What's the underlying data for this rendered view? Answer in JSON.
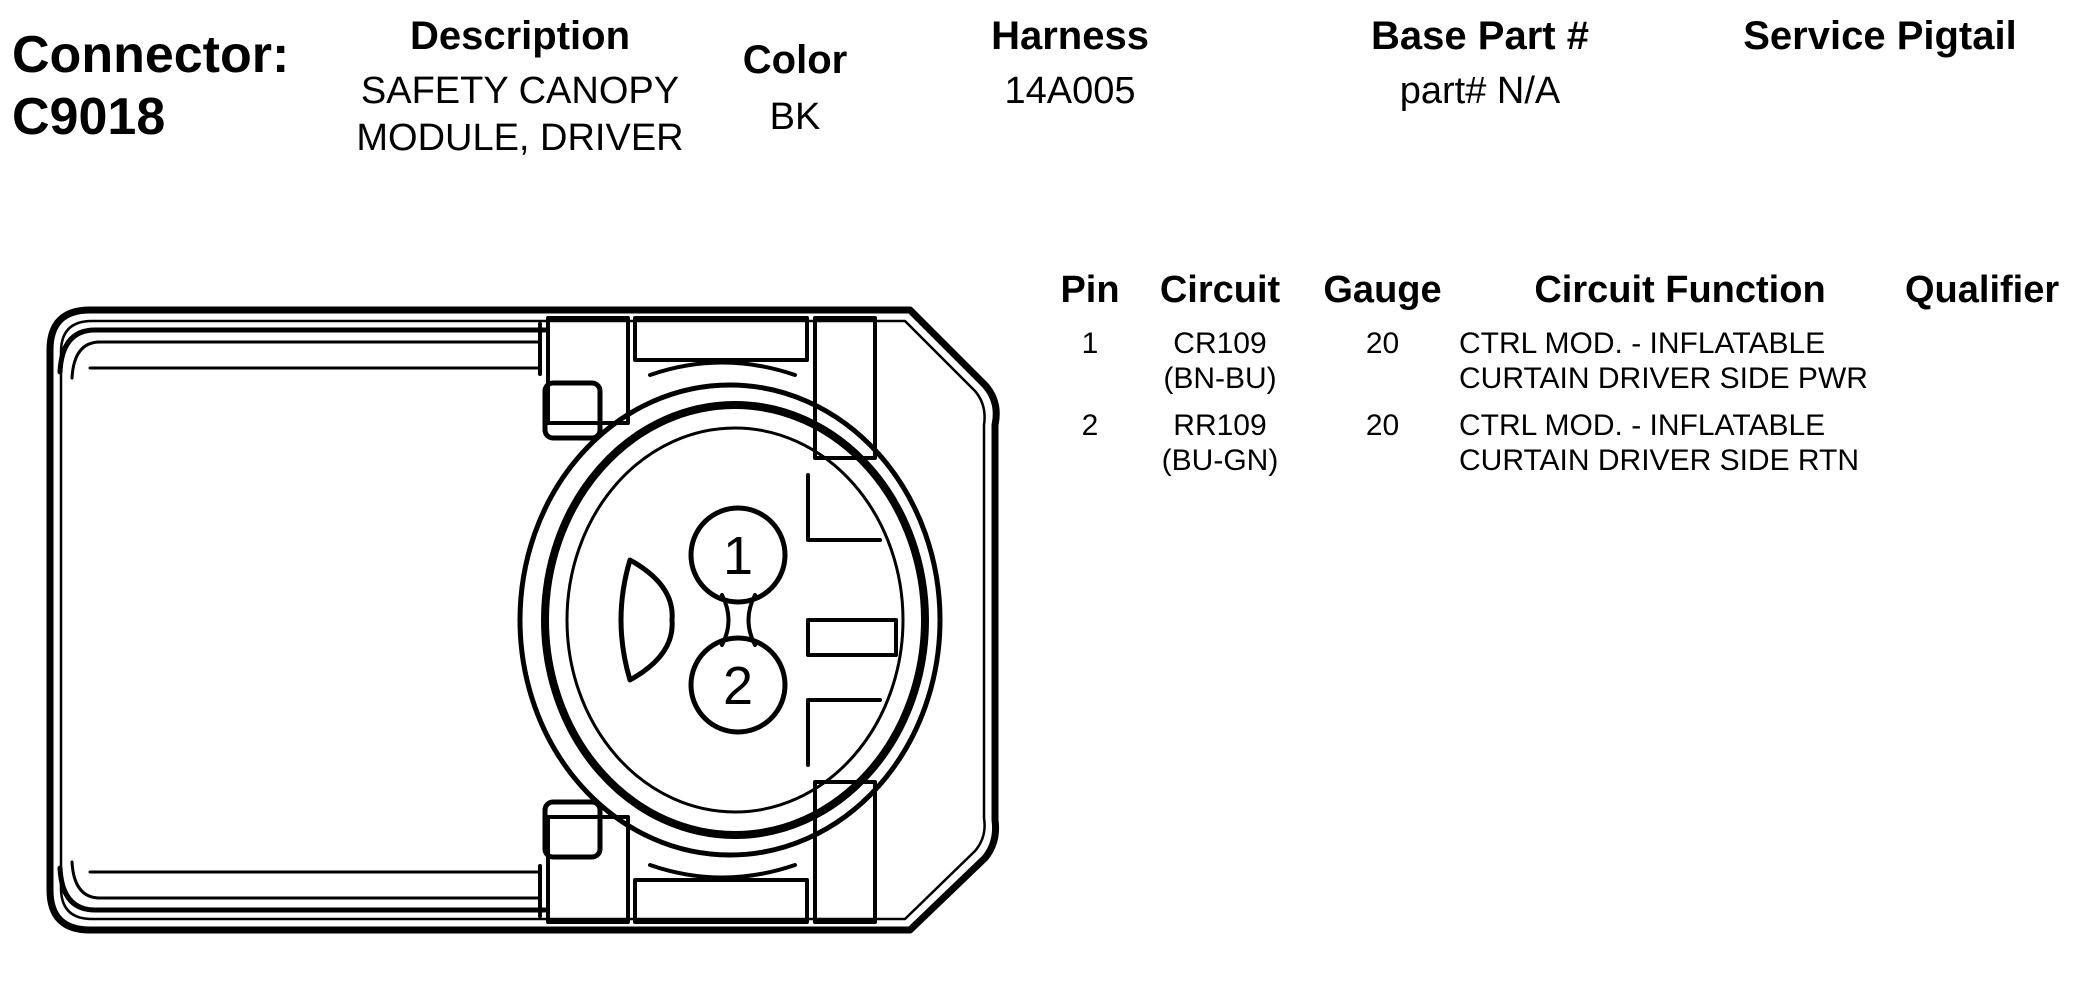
{
  "connector": {
    "label": "Connector:",
    "id": "C9018"
  },
  "header": {
    "description": {
      "title": "Description",
      "lines": [
        "SAFETY CANOPY",
        "MODULE, DRIVER"
      ]
    },
    "color": {
      "title": "Color",
      "value": "BK"
    },
    "harness": {
      "title": "Harness",
      "value": "14A005"
    },
    "base_part": {
      "title": "Base Part #",
      "value": "part# N/A"
    },
    "service_pigtail": {
      "title": "Service Pigtail",
      "value": ""
    }
  },
  "pin_table": {
    "columns": [
      "Pin",
      "Circuit",
      "Gauge",
      "Circuit Function",
      "Qualifier"
    ],
    "rows": [
      {
        "pin": "1",
        "circuit": "CR109",
        "wire_color": "(BN-BU)",
        "gauge": "20",
        "function_lines": [
          "CTRL MOD. - INFLATABLE",
          "CURTAIN DRIVER SIDE PWR"
        ],
        "qualifier": ""
      },
      {
        "pin": "2",
        "circuit": "RR109",
        "wire_color": "(BU-GN)",
        "gauge": "20",
        "function_lines": [
          "CTRL MOD. - INFLATABLE",
          "CURTAIN DRIVER SIDE RTN"
        ],
        "qualifier": ""
      }
    ]
  },
  "diagram": {
    "pin_labels": [
      "1",
      "2"
    ]
  }
}
